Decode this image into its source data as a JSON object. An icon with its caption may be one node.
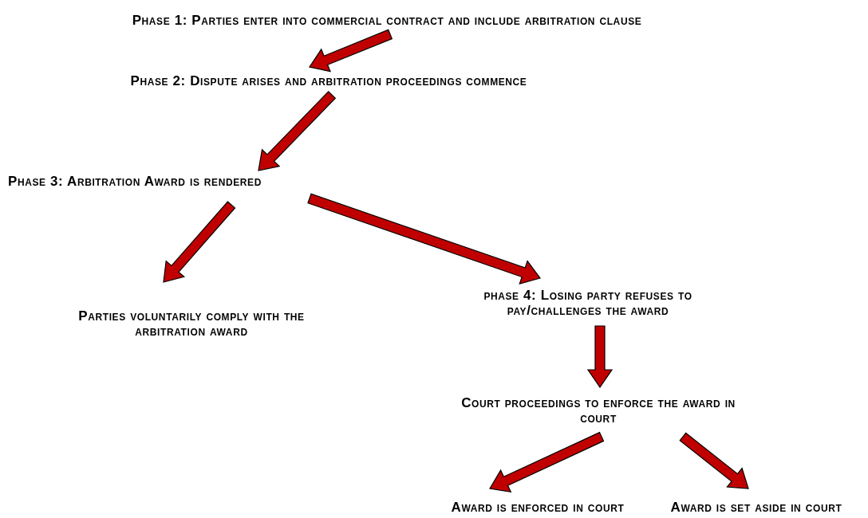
{
  "diagram": {
    "nodes": [
      {
        "text": [
          "Phase 1: Parties enter into commercial contract and include arbitration clause"
        ]
      },
      {
        "text": [
          "Phase 2: Dispute arises and arbitration proceedings commence"
        ]
      },
      {
        "text": [
          "Phase 3: Arbitration Award is rendered"
        ]
      },
      {
        "text": [
          "Parties voluntarily comply with the arbitration award"
        ]
      },
      {
        "text": [
          "phase 4: Losing party refuses to pay/challenges the award"
        ]
      },
      {
        "text": [
          "Court proceedings to enforce the award in court"
        ]
      },
      {
        "text": [
          "Award is enforced in court"
        ]
      },
      {
        "text": [
          "Award is set aside in court"
        ]
      }
    ],
    "edges": [
      {
        "from": 0,
        "to": 1,
        "arrow": "to"
      },
      {
        "from": 1,
        "to": 2,
        "arrow": "to"
      },
      {
        "from": 2,
        "to": 3,
        "arrow": "to"
      },
      {
        "from": 2,
        "to": 4,
        "arrow": "to"
      },
      {
        "from": 4,
        "to": 5,
        "arrow": "to"
      },
      {
        "from": 5,
        "to": 6,
        "arrow": "to"
      },
      {
        "from": 5,
        "to": 7,
        "arrow": "to"
      }
    ]
  }
}
